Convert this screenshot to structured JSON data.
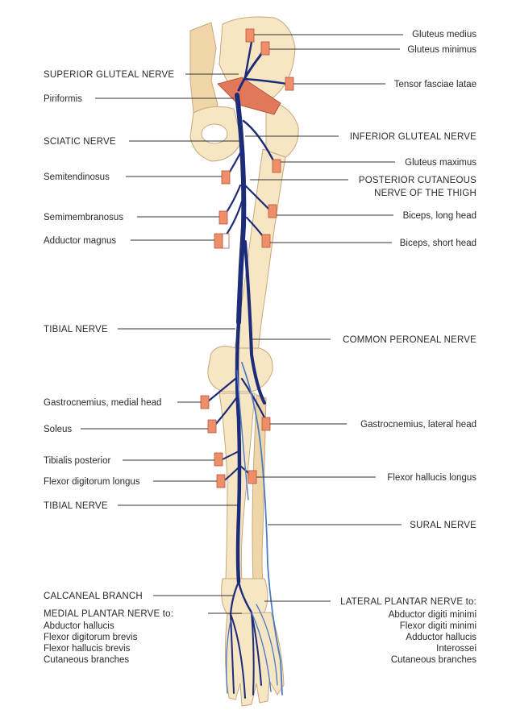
{
  "labels": {
    "gluteus_medius": "Gluteus medius",
    "gluteus_minimus": "Gluteus minimus",
    "superior_gluteal_nerve": "SUPERIOR GLUTEAL NERVE",
    "tensor_fasciae_latae": "Tensor fasciae latae",
    "piriformis": "Piriformis",
    "sciatic_nerve": "SCIATIC NERVE",
    "inferior_gluteal_nerve": "INFERIOR GLUTEAL NERVE",
    "gluteus_maximus": "Gluteus maximus",
    "semitendinosus": "Semitendinosus",
    "posterior_cutaneous_1": "POSTERIOR CUTANEOUS",
    "posterior_cutaneous_2": "NERVE OF THE THIGH",
    "semimembranosus": "Semimembranosus",
    "biceps_long_head": "Biceps, long head",
    "adductor_magnus": "Adductor magnus",
    "biceps_short_head": "Biceps, short head",
    "tibial_nerve_upper": "TIBIAL NERVE",
    "common_peroneal_nerve": "COMMON PERONEAL NERVE",
    "gastrocnemius_medial": "Gastrocnemius, medial head",
    "soleus": "Soleus",
    "gastrocnemius_lateral": "Gastrocnemius, lateral head",
    "tibialis_posterior": "Tibialis posterior",
    "flexor_hallucis_longus": "Flexor hallucis longus",
    "flexor_digitorum_longus": "Flexor digitorum longus",
    "tibial_nerve_lower": "TIBIAL NERVE",
    "sural_nerve": "SURAL NERVE",
    "calcaneal_branch": "CALCANEAL BRANCH",
    "medial_plantar": "MEDIAL PLANTAR NERVE to:",
    "lateral_plantar": "LATERAL PLANTAR NERVE to:",
    "medial_list": [
      "Abductor hallucis",
      "Flexor digitorum brevis",
      "Flexor hallucis brevis",
      "Cutaneous branches"
    ],
    "lateral_list": [
      "Abductor digiti minimi",
      "Flexor digiti minimi",
      "Adductor hallucis",
      "Interossei",
      "Cutaneous branches"
    ]
  },
  "colors": {
    "nerve_dark": "#1c2c78",
    "nerve_light": "#4d7bc4",
    "bone": "#f7e6c4",
    "muscle_tag": "#ef8f6a",
    "piriformis": "#e2785a"
  }
}
